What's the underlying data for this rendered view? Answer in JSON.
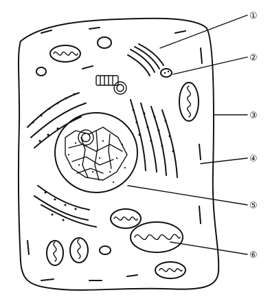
{
  "figure": {
    "labels": [
      {
        "id": "1",
        "text": "①"
      },
      {
        "id": "2",
        "text": "②"
      },
      {
        "id": "3",
        "text": "③"
      },
      {
        "id": "4",
        "text": "④"
      },
      {
        "id": "5",
        "text": "⑤"
      },
      {
        "id": "6",
        "text": "⑥"
      }
    ]
  },
  "colors": {
    "ink": "#111111",
    "background": "#ffffff"
  }
}
